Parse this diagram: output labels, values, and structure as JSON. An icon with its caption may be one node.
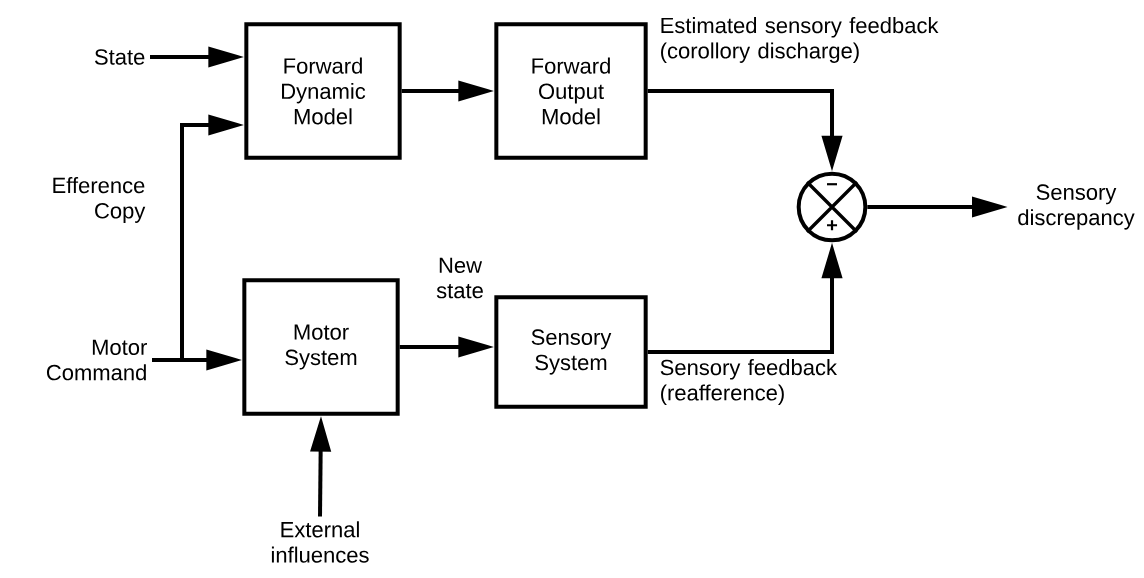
{
  "diagram": {
    "nodes": [
      {
        "text": [
          "State"
        ]
      },
      {
        "text": [
          "Forward Dynamic Model"
        ]
      },
      {
        "text": [
          "Forward Output Model"
        ]
      },
      {
        "text": [
          "Motor Command"
        ]
      },
      {
        "text": [
          "Motor System"
        ]
      },
      {
        "text": [
          "Sensory System"
        ]
      },
      {
        "text": [
          "−",
          "+"
        ]
      },
      {
        "text": [
          "Sensory discrepancy"
        ]
      },
      {
        "text": [
          "External influences"
        ]
      }
    ],
    "edges": [
      {
        "from": 0,
        "to": 1,
        "arrow": "to"
      },
      {
        "from": 3,
        "to": 1,
        "arrow": "to",
        "label": "Efference Copy"
      },
      {
        "from": 3,
        "to": 4,
        "arrow": "to"
      },
      {
        "from": 1,
        "to": 2,
        "arrow": "to"
      },
      {
        "from": 2,
        "to": 6,
        "arrow": "to",
        "label": "Estimated sensory feedback (corollory discharge)"
      },
      {
        "from": 4,
        "to": 5,
        "arrow": "to",
        "label": "New state"
      },
      {
        "from": 5,
        "to": 6,
        "arrow": "to",
        "label": "Sensory feedback (reafference)"
      },
      {
        "from": 6,
        "to": 7,
        "arrow": "to"
      },
      {
        "from": 8,
        "to": 4,
        "arrow": "to"
      }
    ]
  }
}
